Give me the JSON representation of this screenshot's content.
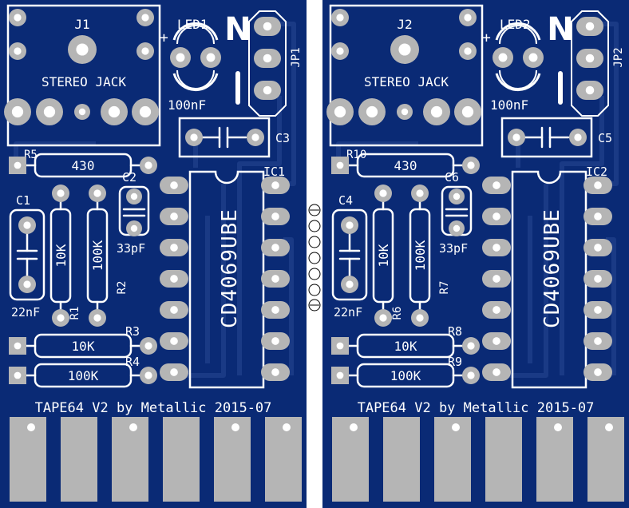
{
  "boards": [
    {
      "jack_ref": "J1",
      "jack_label": "STEREO JACK",
      "led_ref": "LED1",
      "led_plus": "+",
      "jumper_ref": "JP1",
      "switch_on": "N",
      "switch_off": "I",
      "cap_top_value": "100nF",
      "cap_top_ref": "C3",
      "r_top_ref": "R5",
      "r_top_value": "430",
      "c2_ref": "C2",
      "c2_value": "33pF",
      "c1_ref": "C1",
      "c1_value": "22nF",
      "r1_value": "10K",
      "r1_ref": "R1",
      "r2_value": "100K",
      "r2_ref": "R2",
      "ic_ref": "IC1",
      "ic_part": "CD4069UBE",
      "r3_ref": "R3",
      "r3_value": "10K",
      "r4_ref": "R4",
      "r4_value": "100K",
      "footer": "TAPE64 V2 by Metallic 2015-07"
    },
    {
      "jack_ref": "J2",
      "jack_label": "STEREO JACK",
      "led_ref": "LED2",
      "led_plus": "+",
      "jumper_ref": "JP2",
      "switch_on": "N",
      "switch_off": "I",
      "cap_top_value": "100nF",
      "cap_top_ref": "C5",
      "r_top_ref": "R10",
      "r_top_value": "430",
      "c2_ref": "C6",
      "c2_value": "33pF",
      "c1_ref": "C4",
      "c1_value": "22nF",
      "r1_value": "10K",
      "r1_ref": "R6",
      "r2_value": "100K",
      "r2_ref": "R7",
      "ic_ref": "IC2",
      "ic_part": "CD4069UBE",
      "r3_ref": "R8",
      "r3_value": "10K",
      "r4_ref": "R9",
      "r4_value": "100K",
      "footer": "TAPE64 V2 by Metallic 2015-07"
    }
  ],
  "colors": {
    "board": "#0a2a75",
    "trace": "#1a3a85",
    "silk": "#ffffff",
    "pad": "#b5b5b5",
    "hole": "#ffffff",
    "page": "#ffffff"
  }
}
